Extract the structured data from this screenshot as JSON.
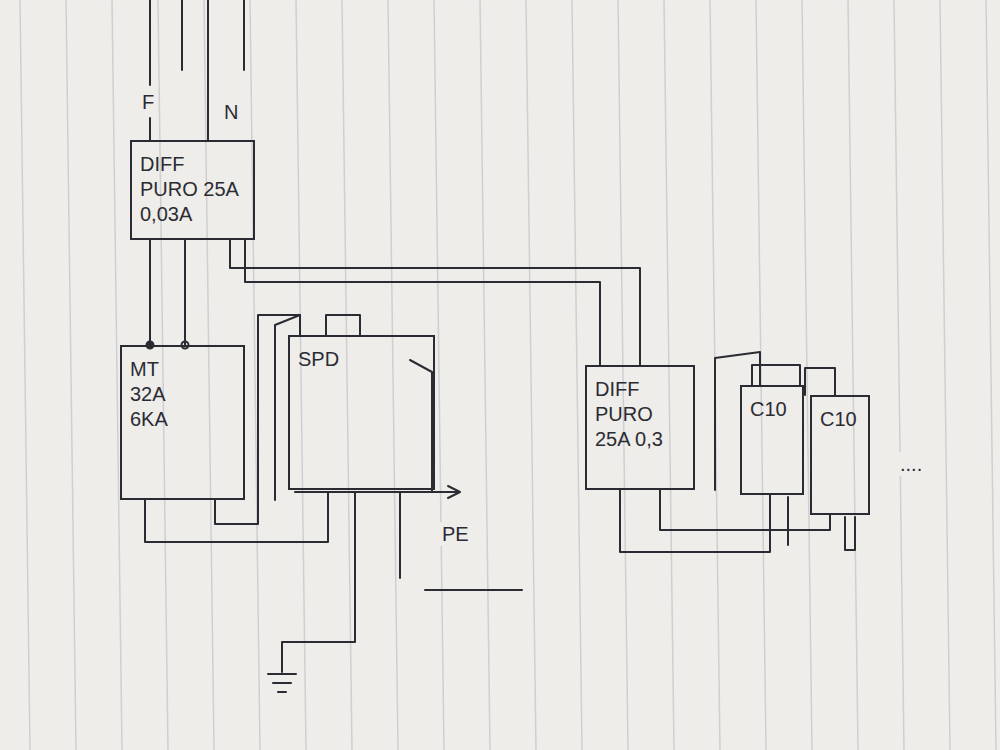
{
  "diagram": {
    "nodes": [
      {
        "text": [
          "DIFF PURO 25A 0,03A"
        ]
      },
      {
        "text": [
          "MT 32A 6KA"
        ]
      },
      {
        "text": [
          "SPD"
        ]
      },
      {
        "text": [
          "DIFF PURO 25A 0,3"
        ]
      },
      {
        "text": [
          "C10"
        ]
      },
      {
        "text": [
          "C10"
        ]
      }
    ],
    "edges": [
      {
        "from": 0,
        "to": 1,
        "arrow": "none"
      },
      {
        "from": 0,
        "to": 3,
        "arrow": "none"
      },
      {
        "from": 1,
        "to": 2,
        "arrow": "none"
      },
      {
        "from": 3,
        "to": 4,
        "arrow": "none"
      },
      {
        "from": 3,
        "to": 5,
        "arrow": "none"
      }
    ],
    "labels": [
      "F",
      "N",
      "PE",
      "...."
    ]
  }
}
